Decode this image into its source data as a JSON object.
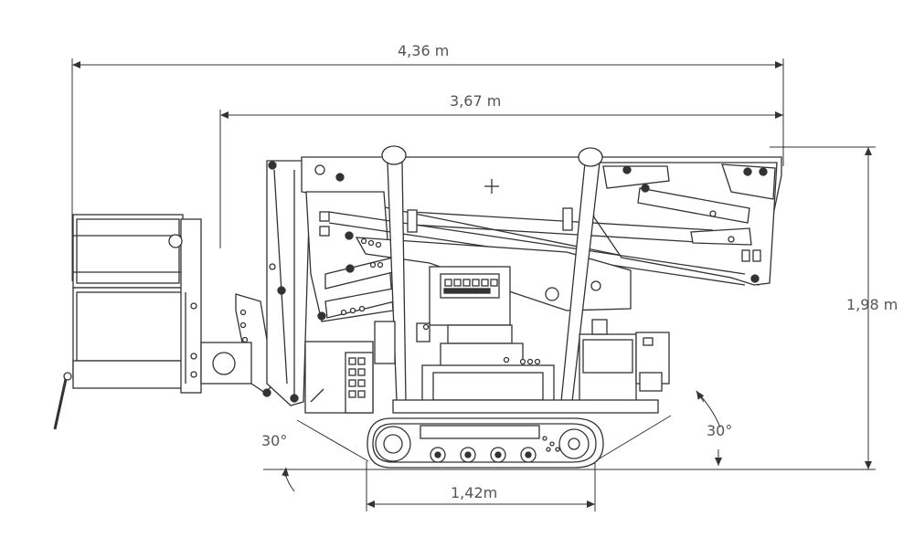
{
  "dimensions": {
    "overall_length": "4,36 m",
    "boom_length": "3,67 m",
    "height": "1,98 m",
    "track_length": "1,42m",
    "front_angle": "30°",
    "rear_angle": "30°"
  },
  "colors": {
    "line": "#333333",
    "dimension_text": "#555555",
    "background": "#ffffff"
  }
}
